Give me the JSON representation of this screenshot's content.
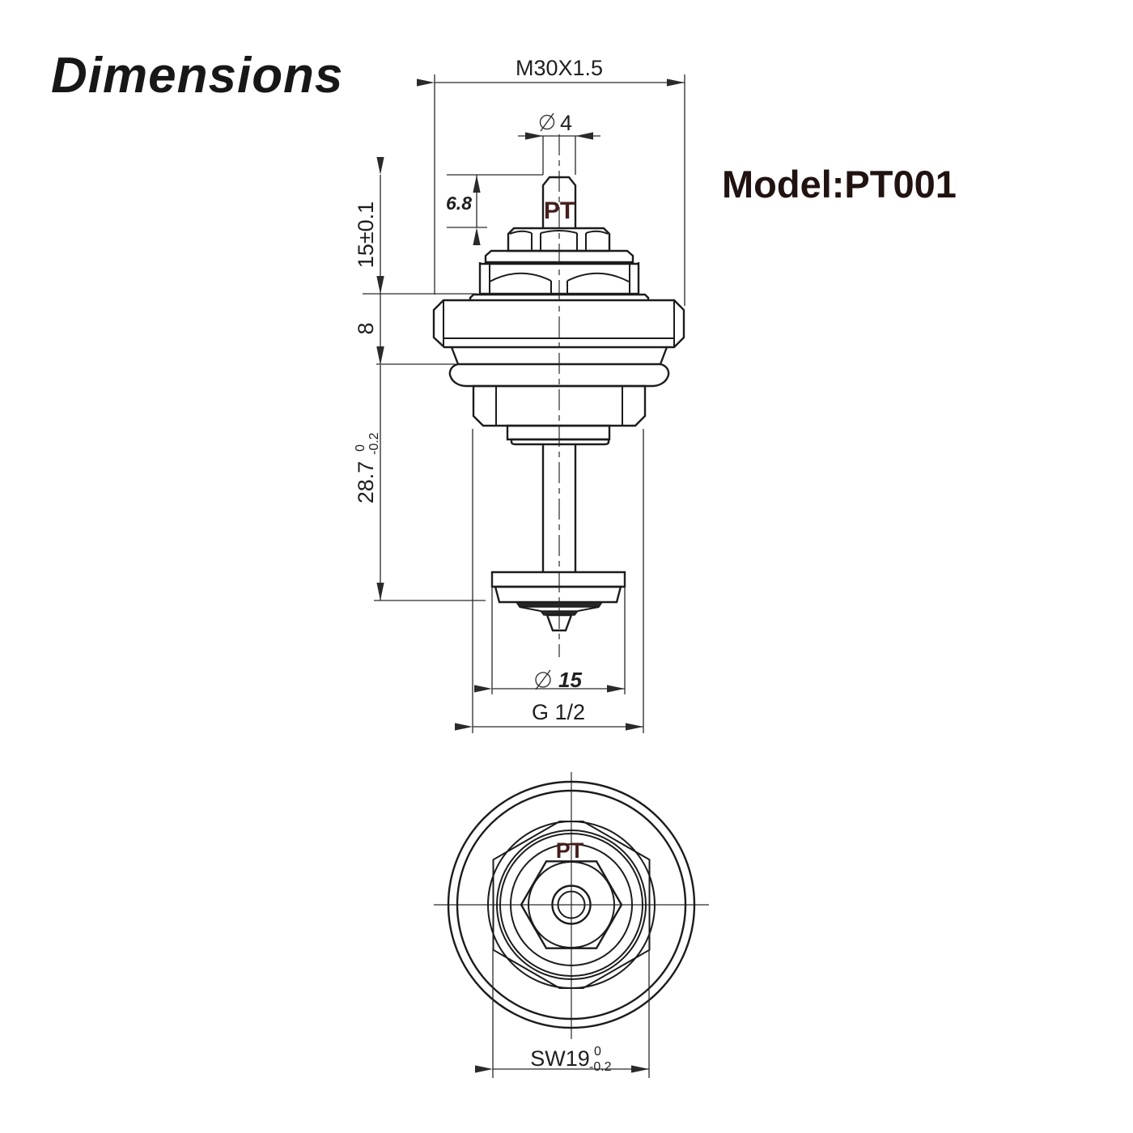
{
  "title": "Dimensions",
  "model_label": "Model:PT001",
  "front_view": {
    "part_marking": "PT",
    "dimensions": {
      "thread_top": "M30X1.5",
      "pin_diameter": {
        "symbol": "⌀",
        "value": "4"
      },
      "pin_height": "6.8",
      "upper_height": "15±0.1",
      "collar_height": "8",
      "lower_height": {
        "value": "28.7",
        "tol_upper": "0",
        "tol_lower": "-0.2"
      },
      "disc_diameter": {
        "symbol": "⌀",
        "value": "15"
      },
      "thread_bottom": "G 1/2"
    }
  },
  "bottom_view": {
    "part_marking": "PT",
    "dimensions": {
      "wrench_size": {
        "value": "SW19",
        "tol_upper": "0",
        "tol_lower": "-0.2"
      }
    }
  },
  "colors": {
    "line": "#1c1c1c",
    "dim_line": "#2a2a2a",
    "marking": "#451e1e",
    "model_text": "#201311"
  }
}
